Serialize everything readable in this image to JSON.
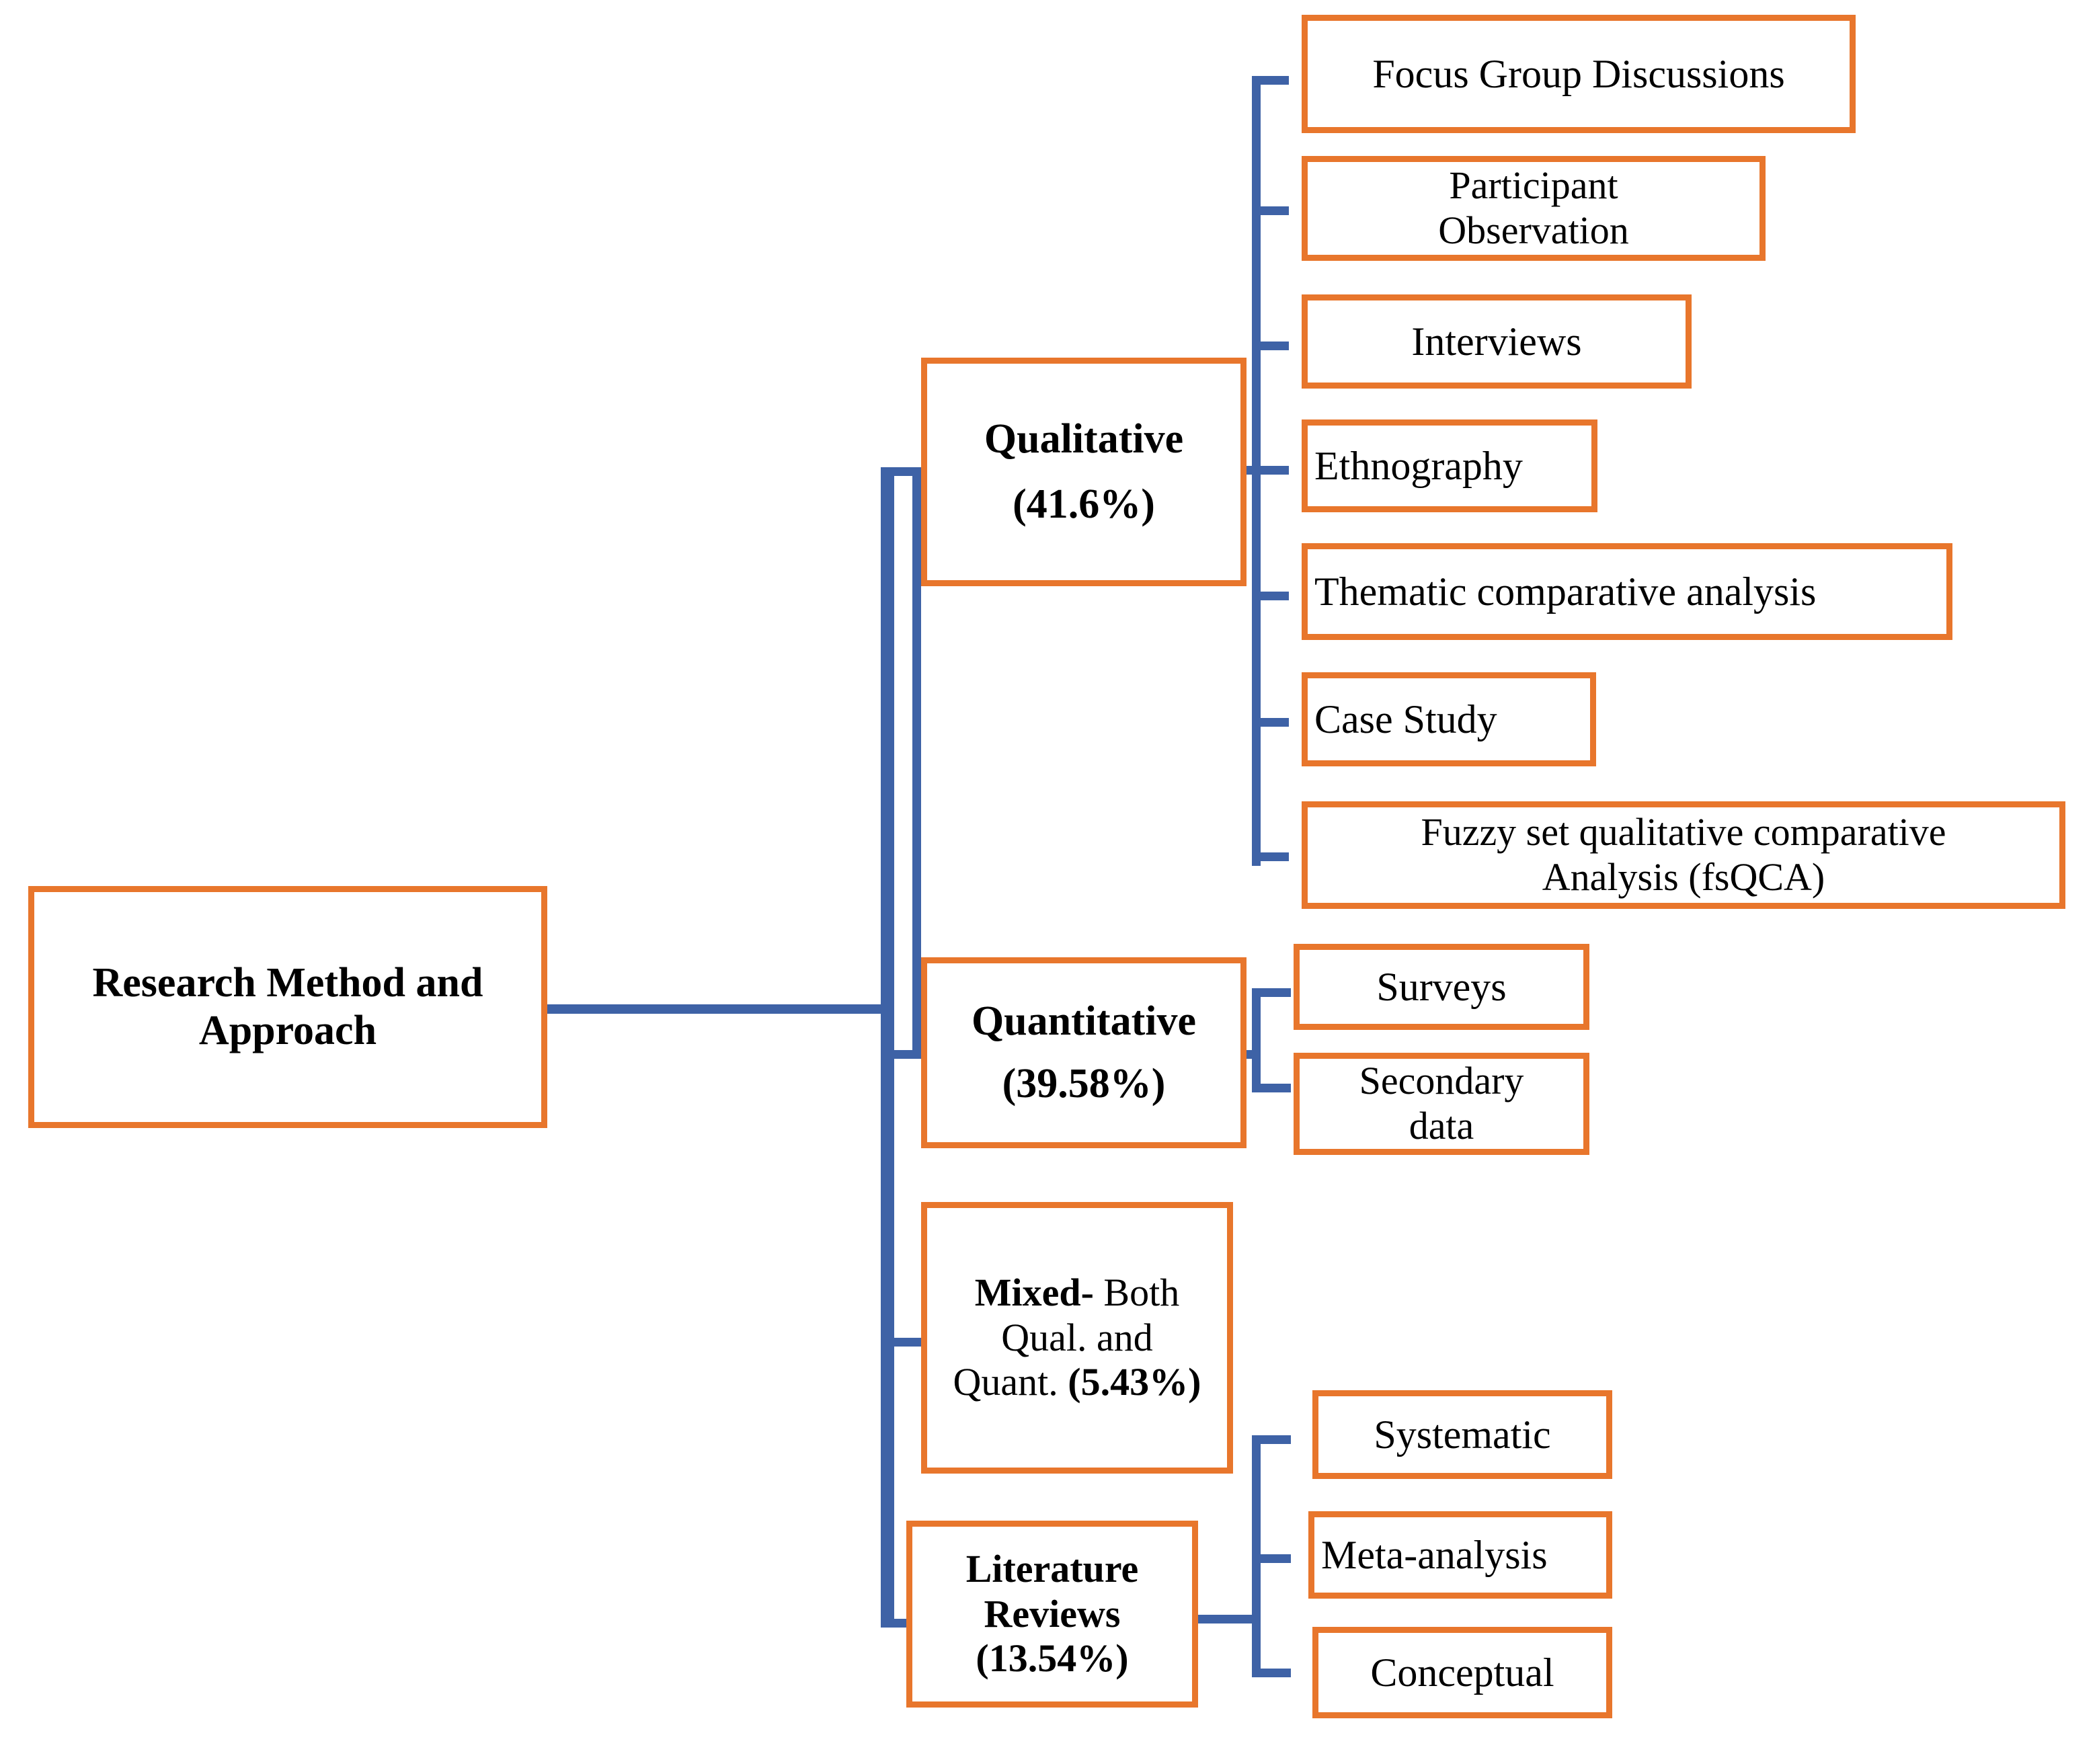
{
  "diagram": {
    "type": "tree",
    "orientation": "left-to-right",
    "title": "Research Method and Approach",
    "colors": {
      "box_border": "#E8762C",
      "box_fill": "#FFFFFF",
      "connector": "#3E62A6",
      "text": "#000000"
    },
    "root": {
      "label": "Research Method and Approach",
      "line1": "Research Method and",
      "line2": "Approach"
    },
    "branches": [
      {
        "id": "qualitative",
        "name": "Qualitative",
        "percent": "(41.6%)",
        "percent_value": 41.6,
        "children": [
          {
            "label": "Focus Group Discussions"
          },
          {
            "label": "Participant Observation",
            "line1": "Participant",
            "line2": "Observation"
          },
          {
            "label": "Interviews"
          },
          {
            "label": "Ethnography"
          },
          {
            "label": "Thematic comparative analysis"
          },
          {
            "label": "Case Study"
          },
          {
            "label": "Fuzzy set qualitative comparative Analysis (fsQCA)",
            "line1": "Fuzzy set qualitative comparative",
            "line2": "Analysis (fsQCA)"
          }
        ]
      },
      {
        "id": "quantitative",
        "name": "Quantitative",
        "percent": "(39.58%)",
        "percent_value": 39.58,
        "children": [
          {
            "label": "Surveys"
          },
          {
            "label": "Secondary data",
            "line1": "Secondary",
            "line2": "data"
          }
        ]
      },
      {
        "id": "mixed",
        "name": "Mixed-",
        "name_rest": " Both Qual. and Quant.",
        "percent": "(5.43%)",
        "percent_value": 5.43,
        "line1_bold": "Mixed-",
        "line1_rest": " Both",
        "line2": "Qual. and",
        "line3_plain": "Quant. ",
        "line3_bold": "(5.43%)",
        "children": []
      },
      {
        "id": "literature-reviews",
        "name": "Literature Reviews",
        "line1": "Literature",
        "line2": "Reviews",
        "percent": "(13.54%)",
        "percent_value": 13.54,
        "children": [
          {
            "label": "Systematic"
          },
          {
            "label": "Meta-analysis"
          },
          {
            "label": "Conceptual"
          }
        ]
      }
    ]
  }
}
